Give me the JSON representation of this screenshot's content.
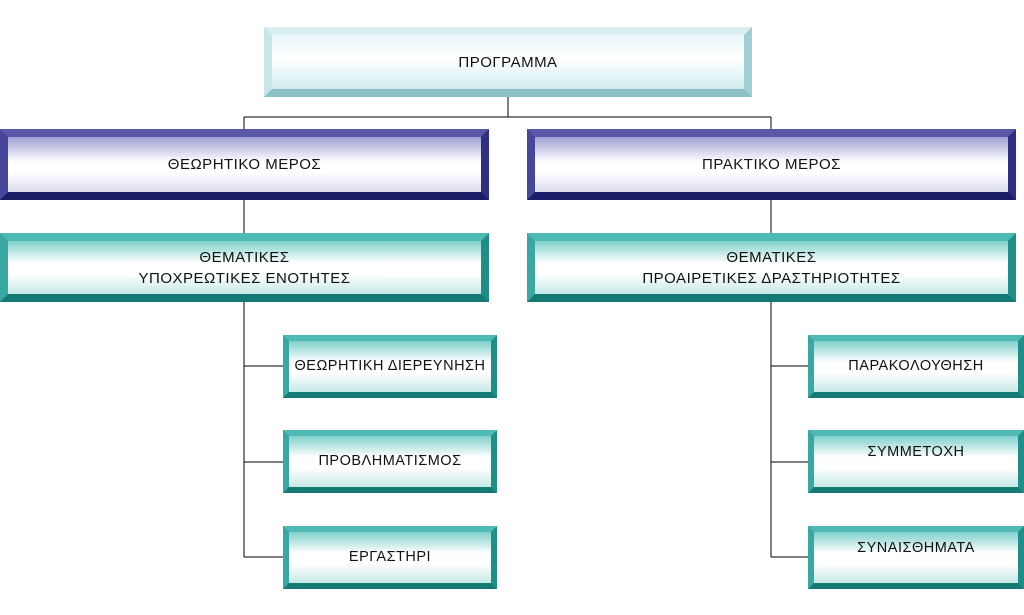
{
  "diagram": {
    "root": {
      "label": "ΠΡΟΓΡΑΜΜΑ"
    },
    "theory": {
      "label": "ΘΕΩΡΗΤΙΚΟ ΜΕΡΟΣ",
      "sub": {
        "label": "ΘΕΜΑΤΙΚΕΣ\nΥΠΟΧΡΕΩΤΙΚΕΣ ΕΝΟΤΗΤΕΣ"
      },
      "items": [
        "ΘΕΩΡΗΤΙΚΗ ΔΙΕΡΕΥΝΗΣΗ",
        "ΠΡΟΒΛΗΜΑΤΙΣΜΟΣ",
        "ΕΡΓΑΣΤΗΡΙ"
      ]
    },
    "practice": {
      "label": "ΠΡΑΚΤΙΚΟ ΜΕΡΟΣ",
      "sub": {
        "label": "ΘΕΜΑΤΙΚΕΣ\nΠΡΟΑΙΡΕΤΙΚΕΣ ΔΡΑΣΤΗΡΙΟΤΗΤΕΣ"
      },
      "items": [
        "ΠΑΡΑΚΟΛΟΥΘΗΣΗ",
        "ΣΥΜΜΕΤΟΧΗ",
        "ΣΥΝΑΙΣΘΗΜΑΤΑ"
      ]
    }
  }
}
